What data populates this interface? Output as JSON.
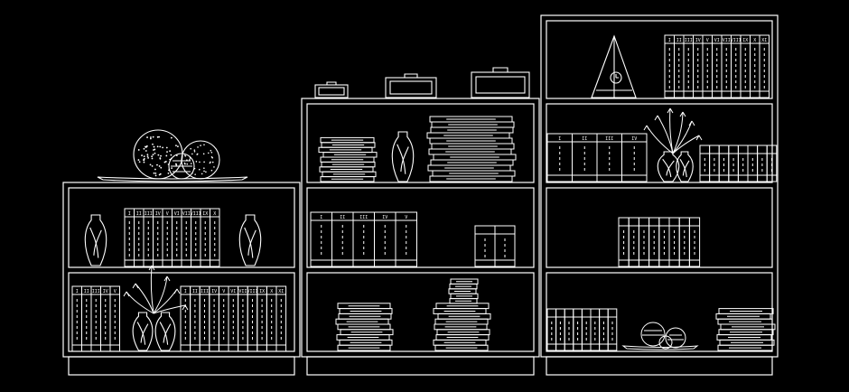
{
  "drawing": {
    "background": "#000000",
    "line_color": "#ffffff",
    "numeral_labels_a": [
      "I",
      "II",
      "III",
      "IV",
      "V",
      "VI",
      "VII",
      "VIII",
      "IX",
      "X"
    ],
    "numeral_labels_b": [
      "I",
      "II",
      "III",
      "IV",
      "V",
      "VI",
      "VII",
      "VIII",
      "IX",
      "X",
      "XI"
    ],
    "numeral_labels_c": [
      "I",
      "II",
      "III",
      "IV",
      "V"
    ],
    "numeral_labels_d": [
      "I",
      "II",
      "III",
      "IV",
      "V",
      "VI",
      "VII",
      "VIII",
      "IX",
      "X",
      "XI"
    ]
  }
}
